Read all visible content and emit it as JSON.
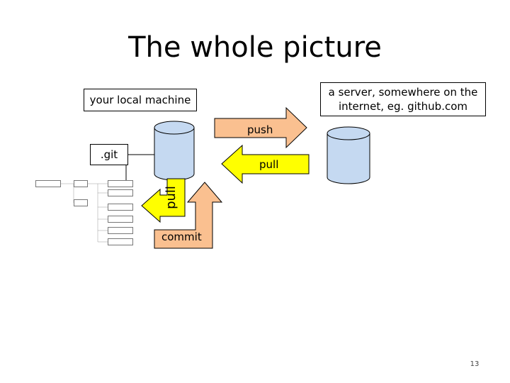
{
  "title": "The whole picture",
  "local_label": "your local machine",
  "server_label_line1": "a server, somewhere on the",
  "server_label_line2": "internet, eg. github.com",
  "git_label": ".git",
  "push_label": "push",
  "pull_label": "pull",
  "pull_vertical_label": "pull",
  "commit_label": "commit",
  "page_number": "13",
  "colors": {
    "repo_fill": "#c5d9f1",
    "push_arrow": "#fac090",
    "pull_arrow": "#ffff00",
    "commit_arrow": "#fac090",
    "stroke": "#000000"
  },
  "tree_nodes": [
    "",
    "",
    "",
    "",
    "",
    "",
    "",
    "",
    "",
    "",
    ""
  ]
}
